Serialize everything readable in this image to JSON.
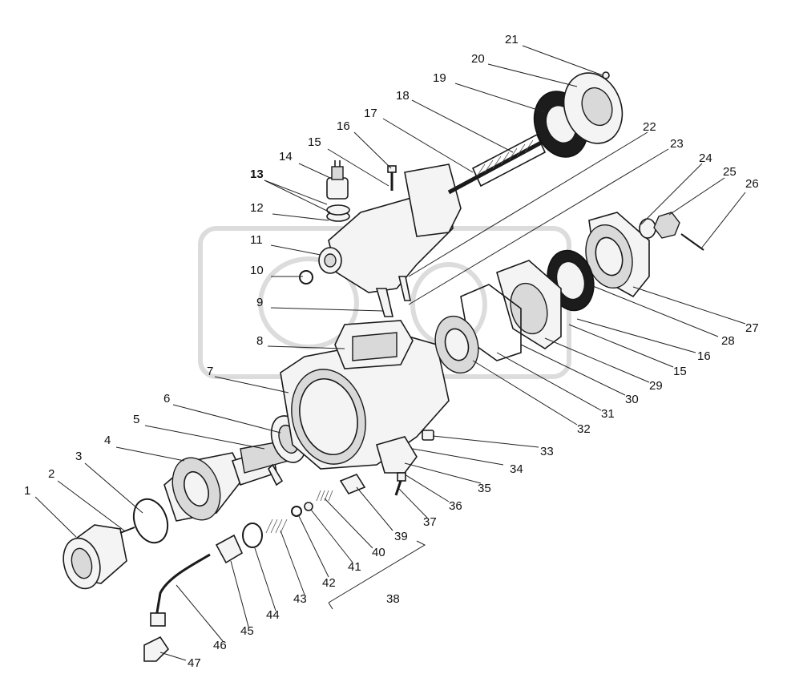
{
  "labels": [
    {
      "id": "1",
      "text": "1"
    },
    {
      "id": "2",
      "text": "2"
    },
    {
      "id": "3",
      "text": "3"
    },
    {
      "id": "4",
      "text": "4"
    },
    {
      "id": "5",
      "text": "5"
    },
    {
      "id": "6",
      "text": "6"
    },
    {
      "id": "7",
      "text": "7"
    },
    {
      "id": "8",
      "text": "8"
    },
    {
      "id": "9",
      "text": "9"
    },
    {
      "id": "10",
      "text": "10"
    },
    {
      "id": "11",
      "text": "11"
    },
    {
      "id": "12",
      "text": "12"
    },
    {
      "id": "13",
      "text": "13"
    },
    {
      "id": "14",
      "text": "14"
    },
    {
      "id": "15a",
      "text": "15"
    },
    {
      "id": "16a",
      "text": "16"
    },
    {
      "id": "17",
      "text": "17"
    },
    {
      "id": "18",
      "text": "18"
    },
    {
      "id": "19",
      "text": "19"
    },
    {
      "id": "20",
      "text": "20"
    },
    {
      "id": "21",
      "text": "21"
    },
    {
      "id": "22",
      "text": "22"
    },
    {
      "id": "23",
      "text": "23"
    },
    {
      "id": "24",
      "text": "24"
    },
    {
      "id": "25",
      "text": "25"
    },
    {
      "id": "26",
      "text": "26"
    },
    {
      "id": "27",
      "text": "27"
    },
    {
      "id": "28",
      "text": "28"
    },
    {
      "id": "16b",
      "text": "16"
    },
    {
      "id": "15b",
      "text": "15"
    },
    {
      "id": "29",
      "text": "29"
    },
    {
      "id": "30",
      "text": "30"
    },
    {
      "id": "31",
      "text": "31"
    },
    {
      "id": "32",
      "text": "32"
    },
    {
      "id": "33",
      "text": "33"
    },
    {
      "id": "34",
      "text": "34"
    },
    {
      "id": "35",
      "text": "35"
    },
    {
      "id": "36",
      "text": "36"
    },
    {
      "id": "37",
      "text": "37"
    },
    {
      "id": "39",
      "text": "39"
    },
    {
      "id": "40",
      "text": "40"
    },
    {
      "id": "41",
      "text": "41"
    },
    {
      "id": "42",
      "text": "42"
    },
    {
      "id": "43",
      "text": "43"
    },
    {
      "id": "44",
      "text": "44"
    },
    {
      "id": "45",
      "text": "45"
    },
    {
      "id": "46",
      "text": "46"
    },
    {
      "id": "47",
      "text": "47"
    },
    {
      "id": "38",
      "text": "38"
    }
  ]
}
